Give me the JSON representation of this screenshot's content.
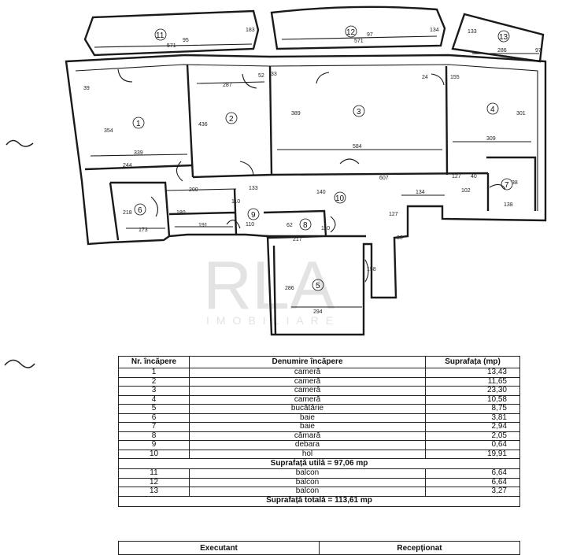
{
  "plan": {
    "rooms": [
      {
        "no": "1"
      },
      {
        "no": "2"
      },
      {
        "no": "3"
      },
      {
        "no": "4"
      },
      {
        "no": "5"
      },
      {
        "no": "6"
      },
      {
        "no": "7"
      },
      {
        "no": "8"
      },
      {
        "no": "9"
      },
      {
        "no": "10"
      },
      {
        "no": "11"
      },
      {
        "no": "12"
      },
      {
        "no": "13"
      }
    ],
    "dimensions": {
      "d571a": "571",
      "d95": "95",
      "d183": "183",
      "d571b": "571",
      "d97a": "97",
      "d134": "134",
      "d133": "133",
      "d286": "286",
      "d97b": "97",
      "d39": "39",
      "d354": "354",
      "d339": "339",
      "d244": "244",
      "d287": "287",
      "d436": "436",
      "d52": "52",
      "d33": "33",
      "d389": "389",
      "d584": "584",
      "d24": "24",
      "d155": "155",
      "d301": "301",
      "d309": "309",
      "d607": "607",
      "d127a": "127",
      "d102": "102",
      "d40": "40",
      "d38": "38",
      "d138": "138",
      "d200": "200",
      "d133b": "133",
      "d140": "140",
      "d134b": "134",
      "d127b": "127",
      "d30": "30",
      "d218": "218",
      "d173": "173",
      "d180": "180",
      "d191": "191",
      "d110a": "110",
      "d110b": "110",
      "d62": "62",
      "d217": "217",
      "d110c": "110",
      "d158": "158",
      "d286b": "286",
      "d294": "294"
    },
    "watermark": {
      "logo": "RLA",
      "sub": "IMOBILIARE"
    }
  },
  "table": {
    "headers": {
      "no": "Nr. încăpere",
      "name": "Denumire încăpere",
      "area": "Suprafața (mp)"
    },
    "rows": [
      {
        "no": "1",
        "name": "cameră",
        "area": "13,43"
      },
      {
        "no": "2",
        "name": "cameră",
        "area": "11,65"
      },
      {
        "no": "3",
        "name": "cameră",
        "area": "23,30"
      },
      {
        "no": "4",
        "name": "cameră",
        "area": "10,58"
      },
      {
        "no": "5",
        "name": "bucătărie",
        "area": "8,75"
      },
      {
        "no": "6",
        "name": "baie",
        "area": "3,81"
      },
      {
        "no": "7",
        "name": "baie",
        "area": "2,94"
      },
      {
        "no": "8",
        "name": "cămară",
        "area": "2,05"
      },
      {
        "no": "9",
        "name": "debara",
        "area": "0,64"
      },
      {
        "no": "10",
        "name": "hol",
        "area": "19,91"
      }
    ],
    "usable_total": "Suprafață utilă = 97,06 mp",
    "balconies": [
      {
        "no": "11",
        "name": "balcon",
        "area": "6,64"
      },
      {
        "no": "12",
        "name": "balcon",
        "area": "6,64"
      },
      {
        "no": "13",
        "name": "balcon",
        "area": "3,27"
      }
    ],
    "grand_total": "Suprafață totală = 113,61 mp",
    "footer": {
      "left": "Executant",
      "right": "Recepționat"
    }
  }
}
